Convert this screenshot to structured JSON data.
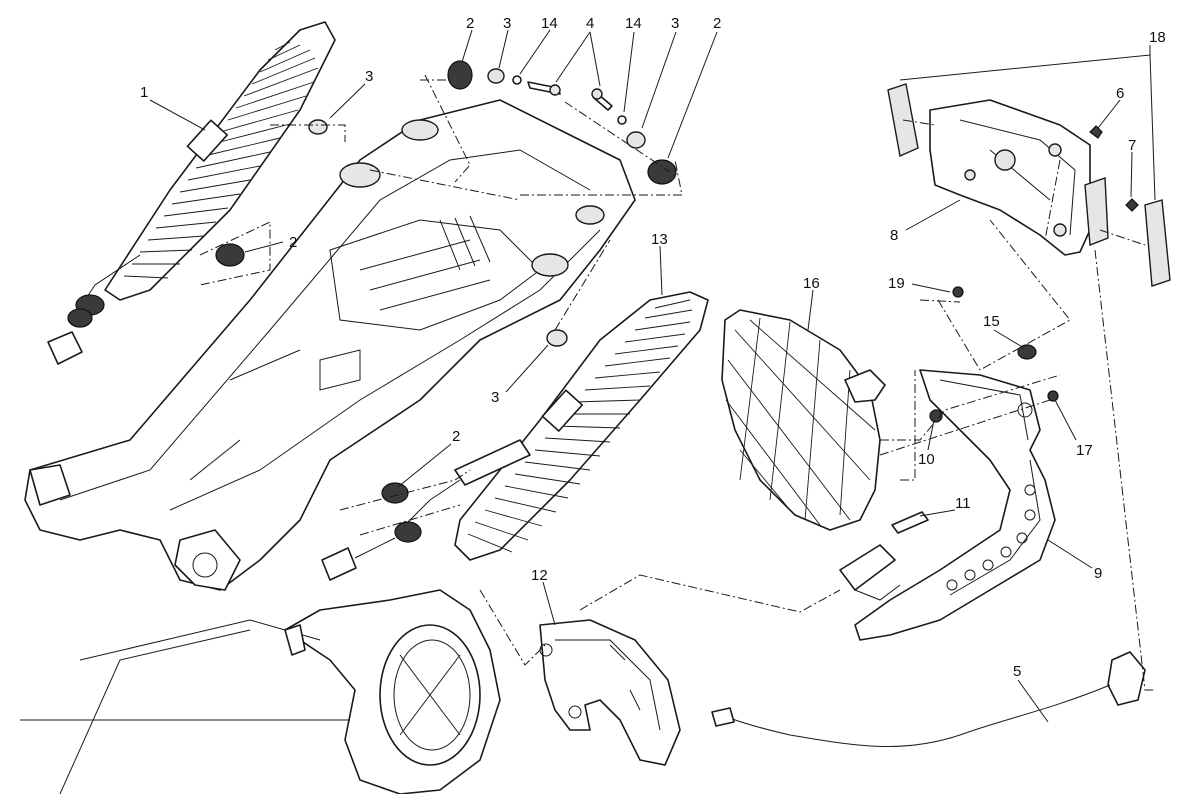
{
  "callouts": [
    {
      "id": "c-1",
      "text": "1"
    },
    {
      "id": "c-2a",
      "text": "2"
    },
    {
      "id": "c-2b",
      "text": "2"
    },
    {
      "id": "c-2c",
      "text": "2"
    },
    {
      "id": "c-2d",
      "text": "2"
    },
    {
      "id": "c-3a",
      "text": "3"
    },
    {
      "id": "c-3b",
      "text": "3"
    },
    {
      "id": "c-3c",
      "text": "3"
    },
    {
      "id": "c-3d",
      "text": "3"
    },
    {
      "id": "c-4",
      "text": "4"
    },
    {
      "id": "c-5",
      "text": "5"
    },
    {
      "id": "c-6",
      "text": "6"
    },
    {
      "id": "c-7",
      "text": "7"
    },
    {
      "id": "c-8",
      "text": "8"
    },
    {
      "id": "c-9",
      "text": "9"
    },
    {
      "id": "c-10",
      "text": "10"
    },
    {
      "id": "c-11",
      "text": "11"
    },
    {
      "id": "c-12",
      "text": "12"
    },
    {
      "id": "c-13",
      "text": "13"
    },
    {
      "id": "c-14a",
      "text": "14"
    },
    {
      "id": "c-14b",
      "text": "14"
    },
    {
      "id": "c-15",
      "text": "15"
    },
    {
      "id": "c-16",
      "text": "16"
    },
    {
      "id": "c-17",
      "text": "17"
    },
    {
      "id": "c-18",
      "text": "18"
    },
    {
      "id": "c-19",
      "text": "19"
    }
  ]
}
